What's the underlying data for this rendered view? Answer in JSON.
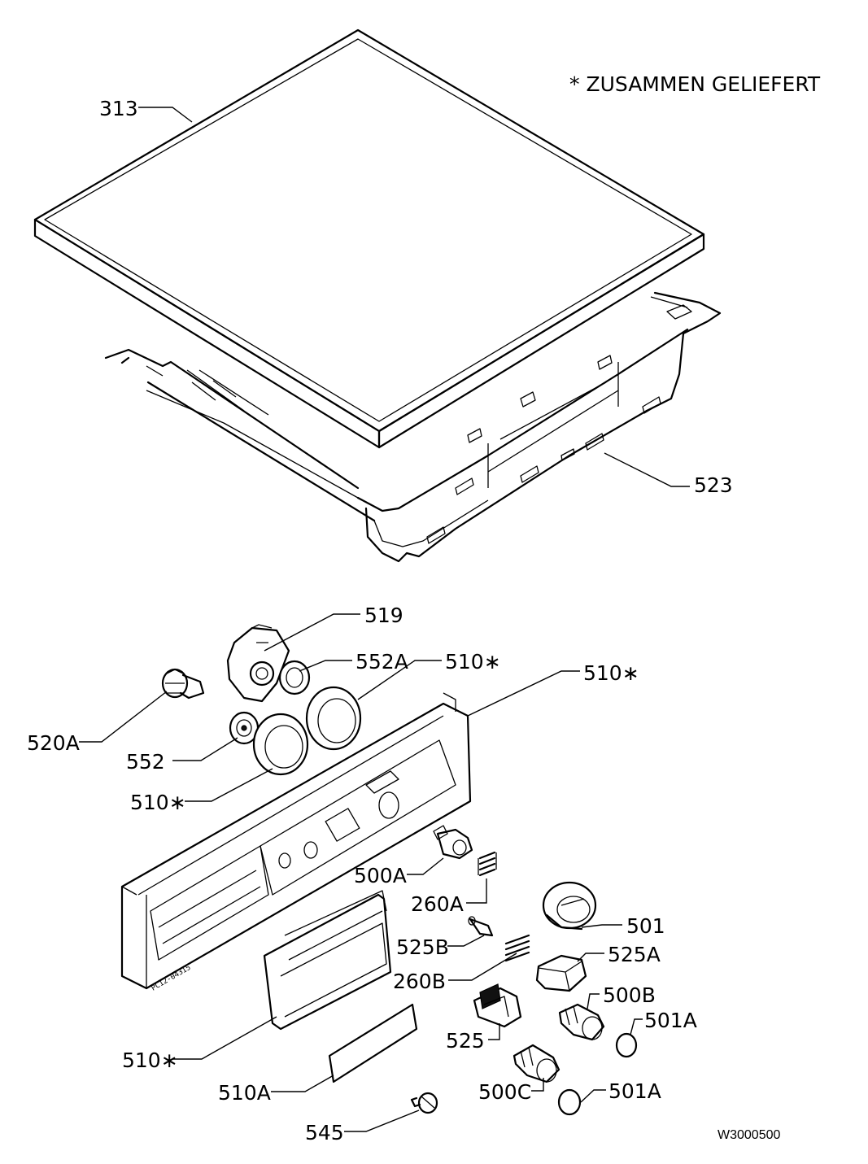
{
  "note": "* ZUSAMMEN GELIEFERT",
  "drawing_number": "W3000500",
  "stamp": "PC12-04315",
  "labels": {
    "p313": "313",
    "p523": "523",
    "p519": "519",
    "p552A": "552A",
    "p510s1": "510∗",
    "p510s2": "510∗",
    "p520A": "520A",
    "p552": "552",
    "p510s3": "510∗",
    "p500A": "500A",
    "p260A": "260A",
    "p501": "501",
    "p525B": "525B",
    "p525A": "525A",
    "p260B": "260B",
    "p500B": "500B",
    "p501A1": "501A",
    "p525": "525",
    "p510s4": "510∗",
    "p500C": "500C",
    "p501A2": "501A",
    "p510A": "510A",
    "p545": "545"
  }
}
